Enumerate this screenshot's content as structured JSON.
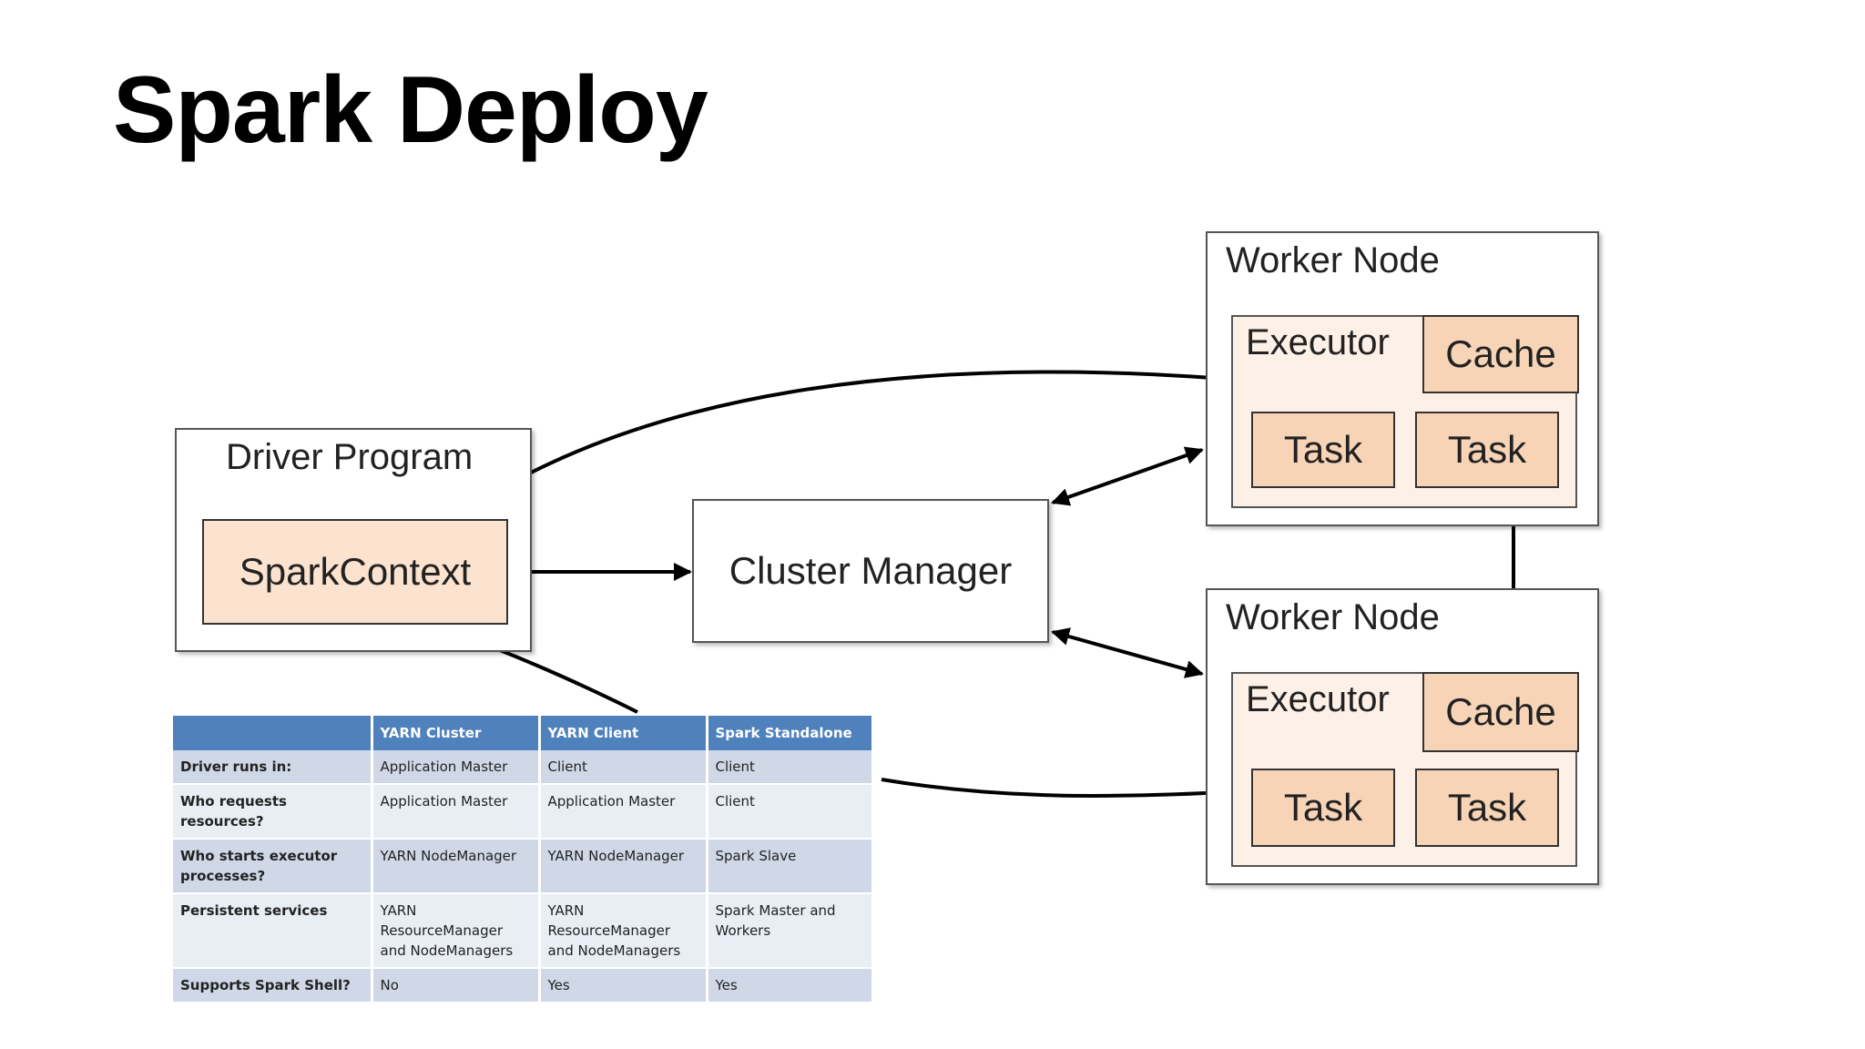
{
  "title": "Spark Deploy",
  "diagram": {
    "driver": {
      "label": "Driver Program",
      "context": "SparkContext"
    },
    "cluster_manager": "Cluster Manager",
    "workers": [
      {
        "label": "Worker Node",
        "executor": "Executor",
        "cache": "Cache",
        "tasks": [
          "Task",
          "Task"
        ]
      },
      {
        "label": "Worker Node",
        "executor": "Executor",
        "cache": "Cache",
        "tasks": [
          "Task",
          "Task"
        ]
      }
    ]
  },
  "table": {
    "headers": [
      "",
      "YARN Cluster",
      "YARN Client",
      "Spark Standalone"
    ],
    "rows": [
      [
        "Driver runs in:",
        "Application Master",
        "Client",
        "Client"
      ],
      [
        "Who requests resources?",
        "Application Master",
        "Application Master",
        "Client"
      ],
      [
        "Who starts executor processes?",
        "YARN NodeManager",
        "YARN NodeManager",
        "Spark Slave"
      ],
      [
        "Persistent services",
        "YARN ResourceManager and NodeManagers",
        "YARN ResourceManager and NodeManagers",
        "Spark Master and Workers"
      ],
      [
        "Supports Spark Shell?",
        "No",
        "Yes",
        "Yes"
      ]
    ]
  },
  "colors": {
    "table_header": "#4f81bd",
    "peach": "#f8d4b6",
    "table_odd": "#d0d8e8",
    "table_even": "#e9edf4"
  }
}
